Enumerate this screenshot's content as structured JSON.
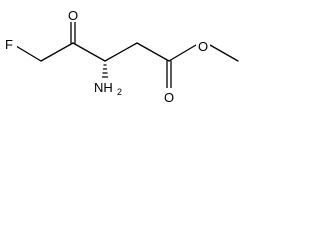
{
  "diagram_type": "skeletal-structure",
  "colors": {
    "line": "#000000",
    "background": "#ffffff"
  },
  "atoms": {
    "fluorine": "F",
    "ketone_oxygen": "O",
    "ester_carbonyl_oxygen": "O",
    "ester_ether_oxygen": "O",
    "amine_n": "NH",
    "amine_subscript": "2"
  }
}
